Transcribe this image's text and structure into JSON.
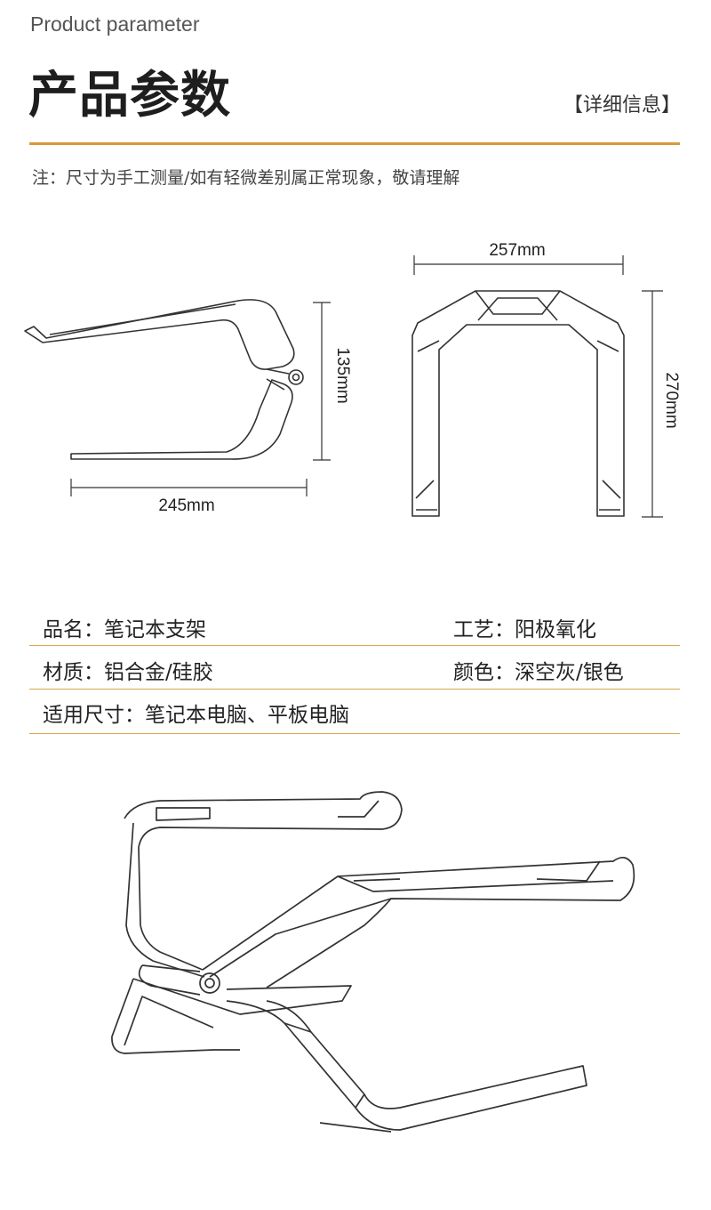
{
  "header": {
    "subtitle": "Product parameter",
    "title": "产品参数",
    "detail_tag": "【详细信息】",
    "accent_color": "#d99a3a"
  },
  "note": "注：尺寸为手工测量/如有轻微差别属正常现象，敬请理解",
  "dimensions": {
    "height": "135mm",
    "length": "245mm",
    "width": "257mm",
    "depth": "270mm"
  },
  "specs": [
    {
      "label": "品名：笔记本支架",
      "value": "工艺：阳极氧化"
    },
    {
      "label": "材质：铝合金/硅胶",
      "value": "颜色：深空灰/银色"
    },
    {
      "label": "适用尺寸：笔记本电脑、平板电脑",
      "value": ""
    }
  ]
}
